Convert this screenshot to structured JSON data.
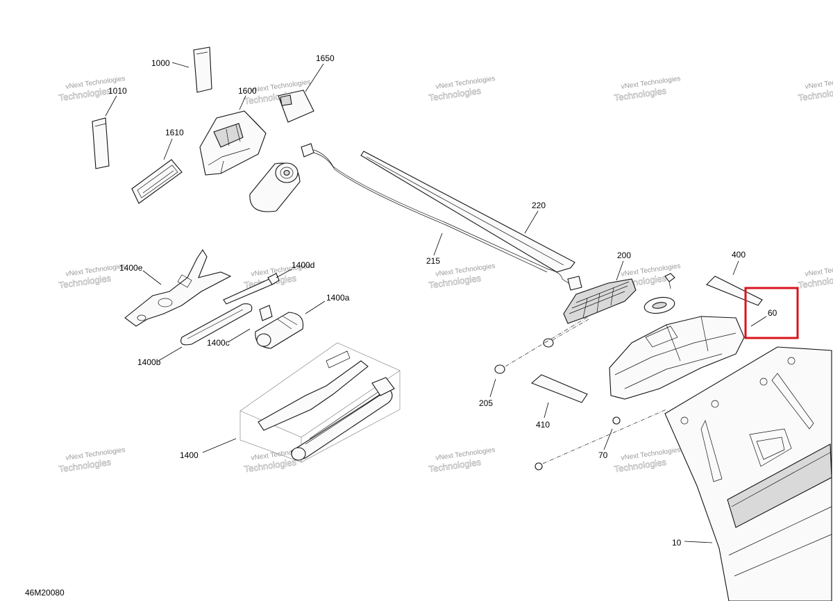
{
  "diagram_code": "46M20080",
  "watermark": {
    "line1": "vNext Technologies",
    "line2": "Technologies"
  },
  "highlight": {
    "label": "60",
    "color": "#d9141c"
  },
  "callouts": {
    "c1000": "1000",
    "c1010": "1010",
    "c1600": "1600",
    "c1650": "1650",
    "c1610": "1610",
    "c220": "220",
    "c215": "215",
    "c200": "200",
    "c400": "400",
    "c60": "60",
    "c1400e": "1400e",
    "c1400d": "1400d",
    "c1400a": "1400a",
    "c1400c": "1400c",
    "c1400b": "1400b",
    "c1400": "1400",
    "c205": "205",
    "c410": "410",
    "c70": "70",
    "c10": "10"
  }
}
